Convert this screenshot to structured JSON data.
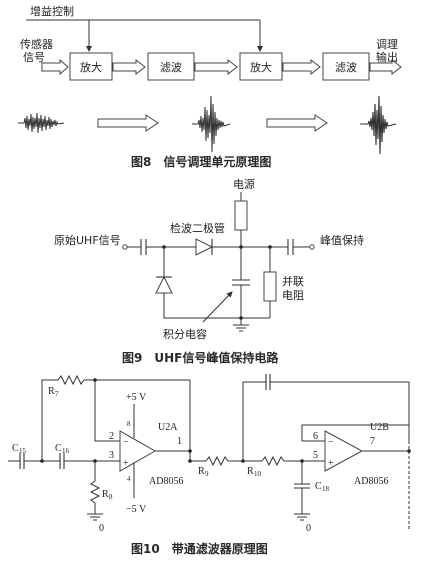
{
  "fig8": {
    "gain_control": "增益控制",
    "sensor_signal_1": "传感器",
    "sensor_signal_2": "信号",
    "block_amp_1": "放大",
    "block_filter_1": "滤波",
    "block_amp_2": "放大",
    "block_filter_2": "滤波",
    "output_1": "调理",
    "output_2": "输出",
    "caption": "图8　信号调理单元原理图"
  },
  "fig9": {
    "power_supply": "电源",
    "detector_diode": "检波二极管",
    "uhf_input": "原始UHF信号",
    "peak_hold": "峰值保持",
    "shunt_resistor_1": "并联",
    "shunt_resistor_2": "电阻",
    "integrating_cap": "积分电容",
    "caption": "图9　UHF信号峰值保持电路"
  },
  "fig10": {
    "c15": "C",
    "c15_sub": "15",
    "c16": "C",
    "c16_sub": "16",
    "r7": "R",
    "r7_sub": "7",
    "r8": "R",
    "r8_sub": "8",
    "r9": "R",
    "r9_sub": "9",
    "r10": "R",
    "r10_sub": "10",
    "c18": "C",
    "c18_sub": "18",
    "vplus": "+5 V",
    "vminus": "−5 V",
    "u2a": "U2A",
    "u2b": "U2B",
    "chip_a": "AD8056",
    "chip_b": "AD8056",
    "pin2": "2",
    "pin3": "3",
    "pin8": "8",
    "pin4": "4",
    "pin1": "1",
    "pin6": "6",
    "pin5": "5",
    "pin7": "7",
    "gnd_a": "0",
    "gnd_b": "0",
    "minus_a": "−",
    "plus_a": "+",
    "minus_b": "−",
    "plus_b": "+",
    "caption": "图10　带通滤波器原理图"
  }
}
